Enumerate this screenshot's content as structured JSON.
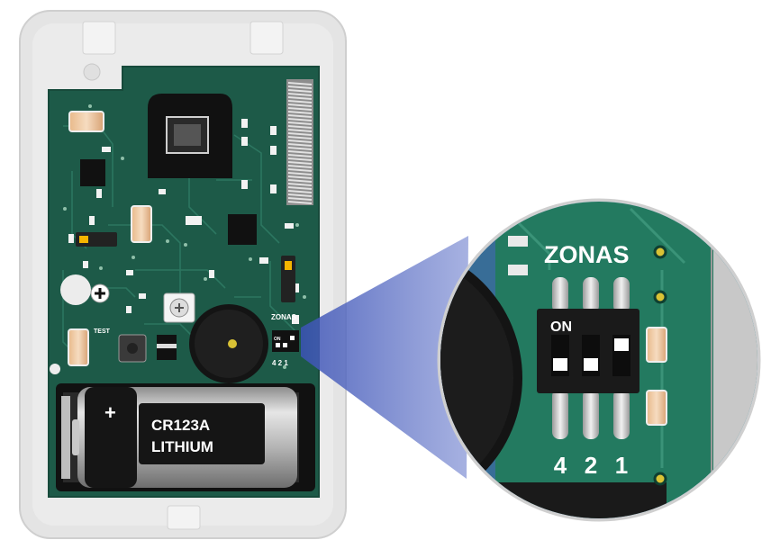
{
  "diagram": {
    "pcb_labels": {
      "test": "TEST",
      "zonas": "ZONAS",
      "on": "ON",
      "dip_numbers": "4 2 1"
    },
    "battery": {
      "polarity": "+",
      "model": "CR123A",
      "chemistry": "LITHIUM"
    },
    "zoom": {
      "title": "ZONAS",
      "on": "ON",
      "switch_numbers": [
        "4",
        "2",
        "1"
      ],
      "switch_states": [
        "down",
        "down",
        "up"
      ]
    },
    "icons": [
      "screw-icon",
      "buzzer-icon",
      "pir-sensor-icon",
      "antenna-spring-icon",
      "dip-switch-icon",
      "magnifier-lens-icon"
    ]
  },
  "colors": {
    "pcb": "#1d5a48",
    "trace": "#2e7a63",
    "housing": "#e3e3e3",
    "housing_outline": "#cfcfcf",
    "zoom_bg": "#237a60",
    "zoom_tint": "#3a54b8",
    "switch_body": "#1a1a1a",
    "battery_steel": "#b9b9b9",
    "copper": "#c99a44"
  }
}
